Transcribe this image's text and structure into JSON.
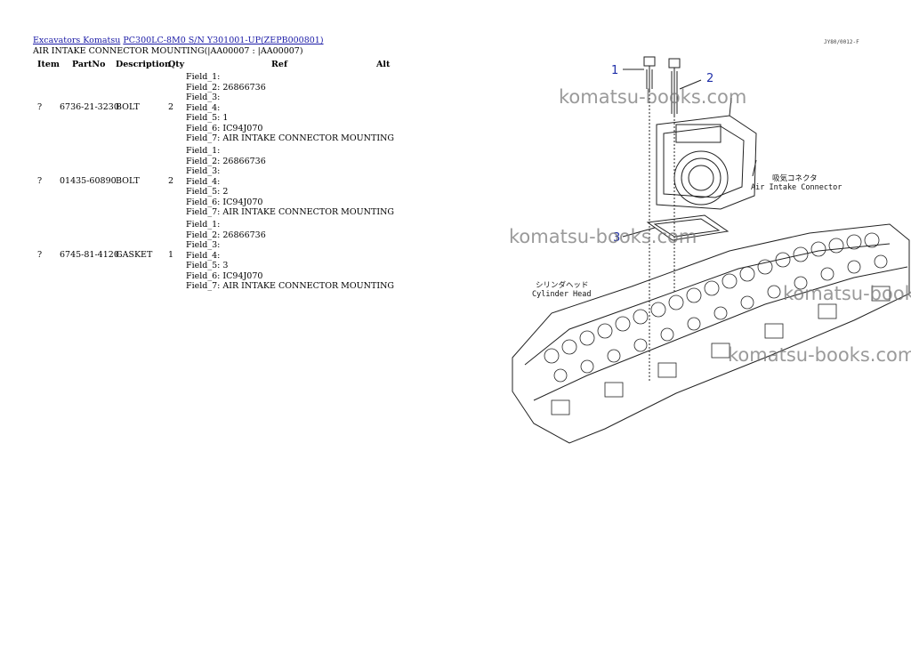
{
  "breadcrumb": {
    "link1": "Excavators Komatsu",
    "link2": "PC300LC-8M0 S/N Y301001-UP(ZEPB000801)"
  },
  "subtitle": "AIR INTAKE CONNECTOR MOUNTING(|AA00007 : |AA00007)",
  "table": {
    "headers": {
      "item": "Item",
      "partno": "PartNo",
      "description": "Description",
      "qty": "Qty",
      "ref": "Ref",
      "alt": "Alt"
    },
    "rows": [
      {
        "item": "?",
        "partno": "6736-21-3230",
        "description": "BOLT",
        "qty": "2",
        "fields": [
          "Field_1:",
          "Field_2: 26866736",
          "Field_3:",
          "Field_4:",
          "Field_5: 1",
          "Field_6: IC94J070",
          "Field_7: AIR INTAKE CONNECTOR MOUNTING"
        ]
      },
      {
        "item": "?",
        "partno": "01435-60890",
        "description": "BOLT",
        "qty": "2",
        "fields": [
          "Field_1:",
          "Field_2: 26866736",
          "Field_3:",
          "Field_4:",
          "Field_5: 2",
          "Field_6: IC94J070",
          "Field_7: AIR INTAKE CONNECTOR MOUNTING"
        ]
      },
      {
        "item": "?",
        "partno": "6745-81-4120",
        "description": "GASKET",
        "qty": "1",
        "fields": [
          "Field_1:",
          "Field_2: 26866736",
          "Field_3:",
          "Field_4:",
          "Field_5: 3",
          "Field_6: IC94J070",
          "Field_7: AIR INTAKE CONNECTOR MOUNTING"
        ]
      }
    ]
  },
  "figure": {
    "code": "JY80/0012-F",
    "callouts": [
      "1",
      "2",
      "3"
    ],
    "label_connector_jp": "吸気コネクタ",
    "label_connector_en": "Air Intake Connector",
    "label_head_jp": "シリンダヘッド",
    "label_head_en": "Cylinder Head",
    "watermark": "komatsu-books.com"
  }
}
